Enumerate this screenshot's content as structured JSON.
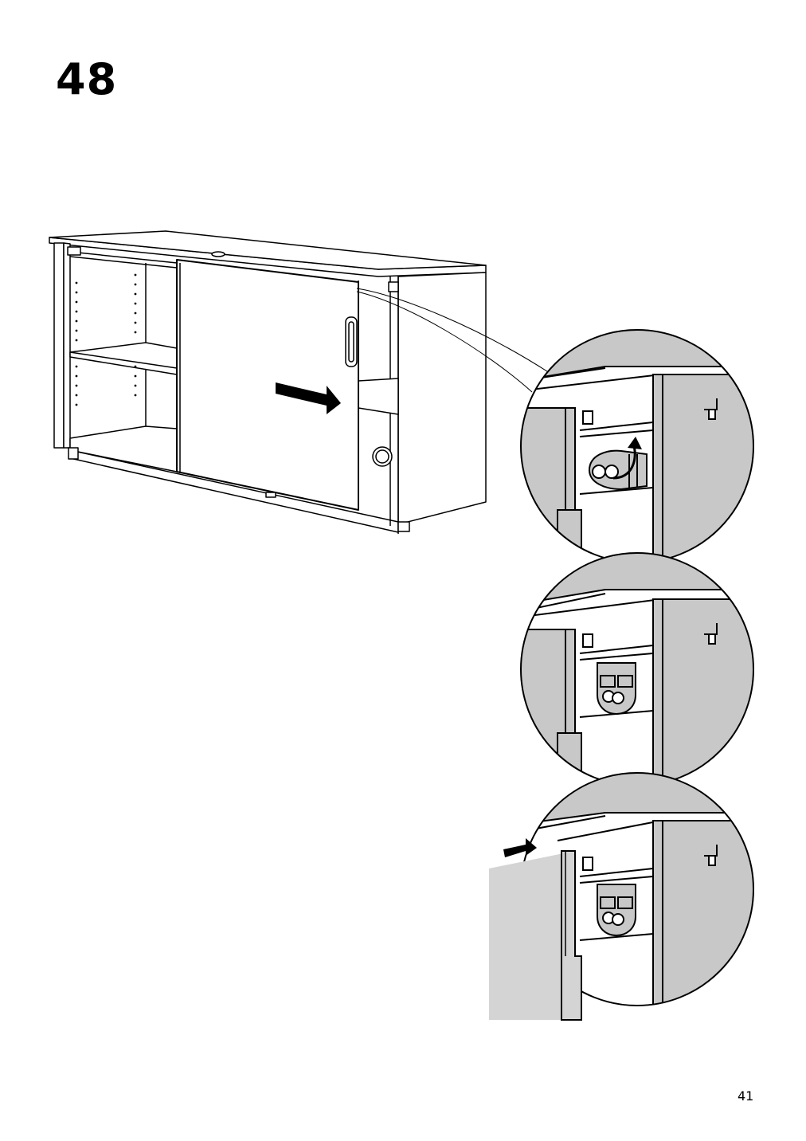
{
  "step": {
    "number": "48"
  },
  "page": {
    "number": "41"
  },
  "icons": {
    "cabinet": "sideboard-cabinet-illustration",
    "push_arrow": "arrow-right-icon",
    "detail_1": "detail-rotate-latch",
    "detail_2": "detail-latch-closed",
    "detail_3": "detail-door-insert"
  },
  "colors": {
    "line": "#000000",
    "fill_gray": "#c8c8c8",
    "door_gray": "#d4d4d4",
    "background": "#ffffff"
  }
}
